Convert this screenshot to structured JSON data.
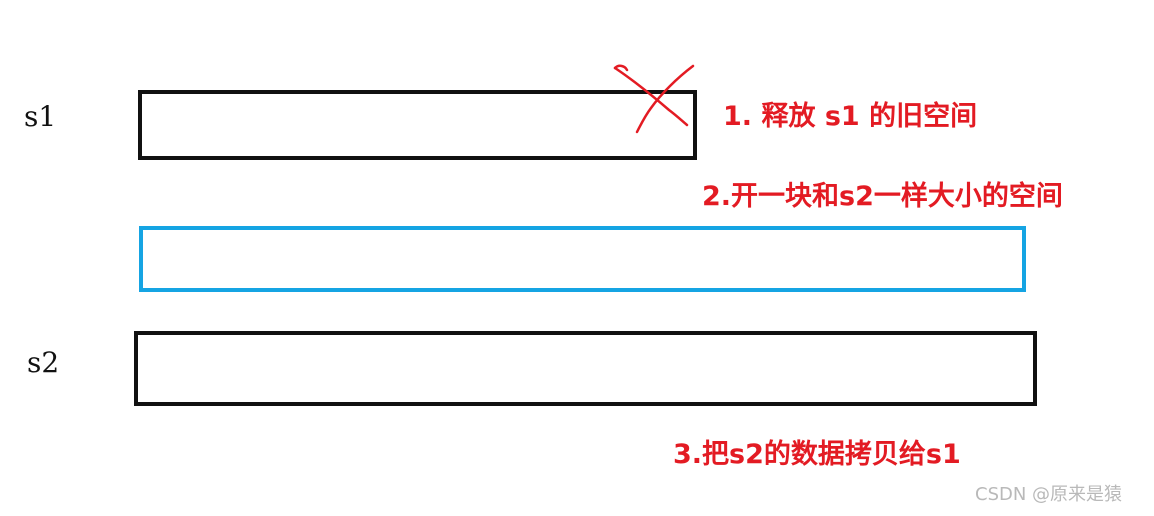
{
  "labels": {
    "s1": "s1",
    "s2": "s2"
  },
  "notes": {
    "step1": "1. 释放 s1 的旧空间",
    "step2": "2.开一块和s2一样大小的空间",
    "step3": "3.把s2的数据拷贝给s1"
  },
  "watermark": "CSDN @原来是猿",
  "colors": {
    "box_border": "#111111",
    "new_box_border": "#15a4e3",
    "note_text": "#e31b23",
    "cross_mark": "#e31b23",
    "label_text": "#111111",
    "watermark_text": "#b9b9b9"
  },
  "icons": {
    "cross": "red-x-mark"
  }
}
